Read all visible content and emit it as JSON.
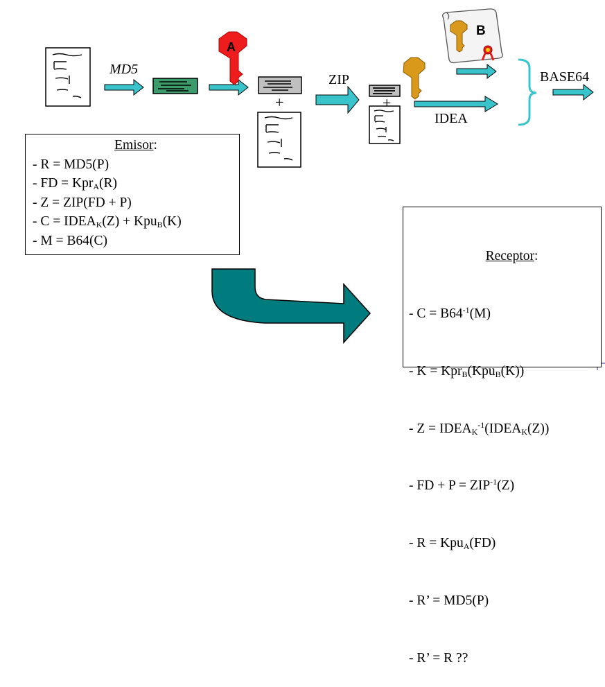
{
  "labels": {
    "md5": "MD5",
    "zip": "ZIP",
    "idea": "IDEA",
    "base64": "BASE64",
    "plus": "+",
    "key_a": "A",
    "key_b": "B"
  },
  "emisor": {
    "title": "Emisor",
    "title_suffix": ":",
    "lines": [
      {
        "text": "- R = MD5(P)"
      },
      {
        "pre": "- FD = Kpr",
        "sub": "A",
        "post": "(R)"
      },
      {
        "text": "- Z = ZIP(FD + P)"
      },
      {
        "pre": "- C = IDEA",
        "sub": "K",
        "post": "(Z) + Kpu",
        "sub2": "B",
        "post2": "(K)"
      },
      {
        "text": "- M = B64(C)"
      }
    ]
  },
  "receptor": {
    "title": "Receptor",
    "title_suffix": ":",
    "lines": [
      {
        "pre": " - C = B64",
        "sup": "-1",
        "post": "(M)"
      },
      {
        "pre": "- K = Kpr",
        "sub": "B",
        "post": "(Kpu",
        "sub2": "B",
        "post2": "(K))"
      },
      {
        "pre": " - Z = IDEA",
        "sub": "K",
        "sup": "-1",
        "post": "(IDEA",
        "sub2": "K",
        "post2": "(Z))"
      },
      {
        "pre": " - FD + P = ZIP",
        "sup": "-1",
        "post": "(Z)"
      },
      {
        "pre": " - R = Kpu",
        "sub": "A",
        "post": "(FD)"
      },
      {
        "text": " - R’ = MD5(P)"
      },
      {
        "text": " - R’ = R ??"
      }
    ]
  },
  "colors": {
    "arrow": "#39c4cc",
    "big_arrow": "#007b7e",
    "key_a": "#ee1c1c",
    "key_b": "#d99a1c",
    "hash_block": "#3b9b6b",
    "grey_block": "#c0c0c0",
    "brace": "#39c4cc"
  }
}
